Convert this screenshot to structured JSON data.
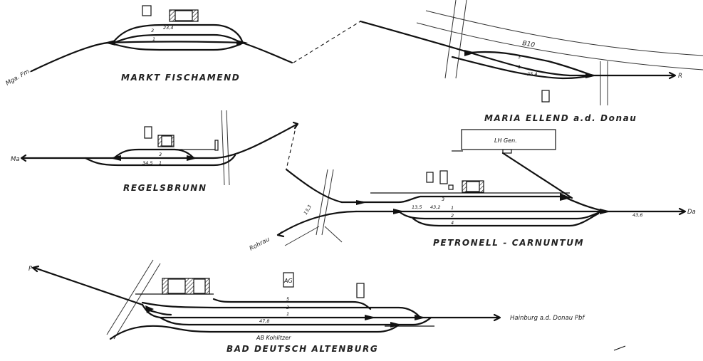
{
  "stations": {
    "fischamend": {
      "name": "MARKT FISCHAMEND",
      "dest_left": "Mga. Fm.",
      "track_labels": [
        "3",
        "1"
      ],
      "km": "23,4"
    },
    "maria_ellend": {
      "name": "MARIA ELLEND a.d. Donau",
      "dest_right": "R",
      "road": "B10",
      "track_labels": [
        "3",
        "1"
      ],
      "km": "25,4"
    },
    "regelsbrunn": {
      "name": "REGELSBRUNN",
      "dest_left": "Ma",
      "track_labels": [
        "3",
        "1"
      ],
      "km": "34,5"
    },
    "petronell": {
      "name": "PETRONELL - CARNUNTUM",
      "dest_right": "Da",
      "dest_left": "Rohrau",
      "building": "LH Gen.",
      "track_labels": [
        "3",
        "1",
        "2",
        "4"
      ],
      "km_a": "13,3",
      "km_b": "13,5",
      "km_c": "43,2",
      "km_d": "43,6"
    },
    "bad_deutsch": {
      "name": "BAD DEUTSCH ALTENBURG",
      "dest_left": "P",
      "dest_right": "Hainburg a.d. Donau Pbf",
      "building": "AG",
      "siding": "AB Kohlitzer",
      "track_labels": [
        "5",
        "3",
        "1"
      ],
      "km": "47,8"
    }
  }
}
